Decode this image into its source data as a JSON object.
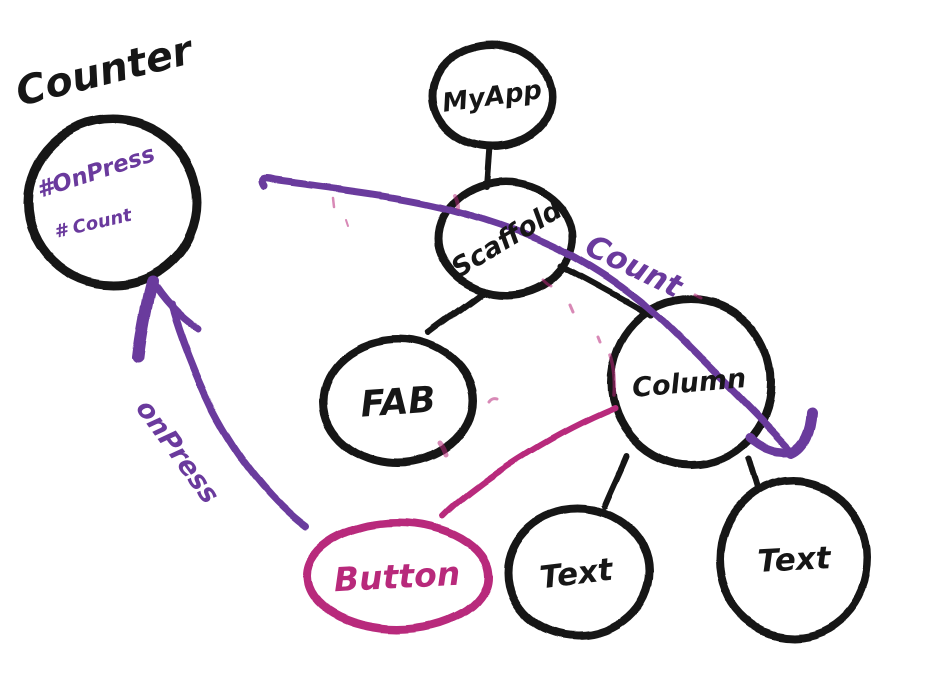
{
  "colors": {
    "ink": "#161616",
    "purple": "#6a3a9d",
    "magenta": "#b8297b",
    "background": "#ffffff"
  },
  "counter": {
    "title": "Counter",
    "fields": [
      "#OnPress",
      "# Count"
    ]
  },
  "tree": {
    "nodes": [
      {
        "id": "myapp",
        "label": "MyApp"
      },
      {
        "id": "scaffold",
        "label": "Scaffold"
      },
      {
        "id": "fab",
        "label": "FAB"
      },
      {
        "id": "column",
        "label": "Column"
      },
      {
        "id": "text-left",
        "label": "Text"
      },
      {
        "id": "text-right",
        "label": "Text"
      }
    ],
    "edges": [
      {
        "from": "MyApp",
        "to": "Scaffold"
      },
      {
        "from": "Scaffold",
        "to": "FAB"
      },
      {
        "from": "Scaffold",
        "to": "Column"
      },
      {
        "from": "Column",
        "to": "Text (left)"
      },
      {
        "from": "Column",
        "to": "Text (right)"
      }
    ]
  },
  "button": {
    "label": "Button"
  },
  "arrows": [
    {
      "id": "count",
      "label": "Count",
      "from": "Counter",
      "to": "Column / Text (right)",
      "color": "purple"
    },
    {
      "id": "onpress",
      "label": "onPress",
      "from": "Button",
      "to": "Counter",
      "color": "purple"
    }
  ],
  "connector": {
    "from": "Button",
    "to": "Column",
    "color": "magenta"
  }
}
